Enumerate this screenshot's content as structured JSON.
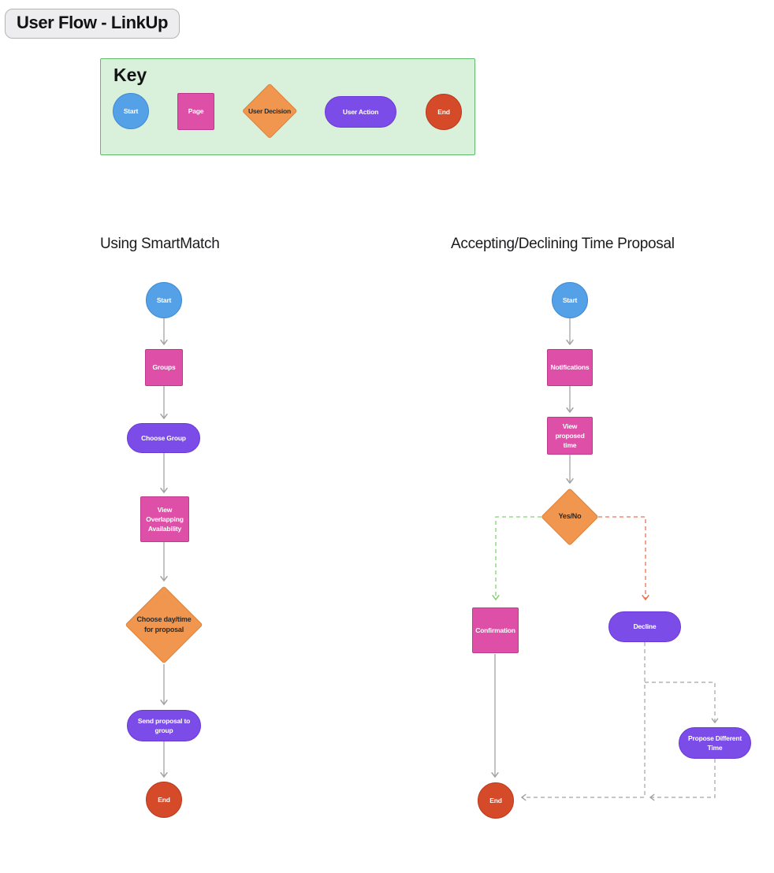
{
  "title": "User Flow - LinkUp",
  "key": {
    "heading": "Key",
    "items": [
      {
        "label": "Start",
        "shape": "circle",
        "meaning": "start"
      },
      {
        "label": "Page",
        "shape": "square",
        "meaning": "page"
      },
      {
        "label": "User Decision",
        "shape": "diamond",
        "meaning": "decision"
      },
      {
        "label": "User Action",
        "shape": "pill",
        "meaning": "action"
      },
      {
        "label": "End",
        "shape": "circle",
        "meaning": "end"
      }
    ]
  },
  "flows": [
    {
      "heading": "Using SmartMatch",
      "nodes": [
        {
          "label": "Start",
          "type": "start"
        },
        {
          "label": "Groups",
          "type": "page"
        },
        {
          "label": "Choose Group",
          "type": "action"
        },
        {
          "label": "View Overlapping Availability",
          "type": "page"
        },
        {
          "label": "Choose day/time for proposal",
          "type": "decision"
        },
        {
          "label": "Send proposal to group",
          "type": "action"
        },
        {
          "label": "End",
          "type": "end"
        }
      ]
    },
    {
      "heading": "Accepting/Declining Time Proposal",
      "nodes": [
        {
          "label": "Start",
          "type": "start"
        },
        {
          "label": "Notifications",
          "type": "page"
        },
        {
          "label": "View proposed time",
          "type": "page"
        },
        {
          "label": "Yes/No",
          "type": "decision"
        },
        {
          "label": "Confirmation",
          "type": "page"
        },
        {
          "label": "Decline",
          "type": "action"
        },
        {
          "label": "Propose Different Time",
          "type": "action"
        },
        {
          "label": "End",
          "type": "end"
        }
      ]
    }
  ],
  "colors": {
    "start_fill": "#55a1e8",
    "page_fill": "#de50a7",
    "decision_fill": "#f0964e",
    "action_fill": "#7c4ce9",
    "end_fill": "#d54b2a",
    "key_background": "#d9f1da",
    "key_border": "#62bb6c",
    "connector_gray": "#a3a3a3",
    "connector_yes_green": "#86d273",
    "connector_no_red": "#e97450"
  }
}
